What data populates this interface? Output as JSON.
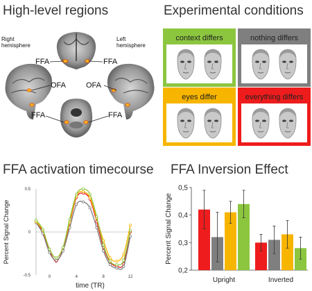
{
  "panels": {
    "regions": {
      "title": "High-level regions",
      "right_hemisphere": [
        "Right",
        "hemisphere"
      ],
      "left_hemisphere": [
        "Left",
        "hemisphere"
      ],
      "labels": {
        "ffa_tl": "FFA",
        "ffa_tr": "FFA",
        "ofa_l": "OFA",
        "ofa_r": "OFA",
        "ffa_bl": "FFA",
        "ffa_br": "FFA"
      }
    },
    "conditions": {
      "title": "Experimental conditions",
      "items": [
        {
          "label": "context differs",
          "color": "#8cc63f"
        },
        {
          "label": "nothing differs",
          "color": "#7f7f7f"
        },
        {
          "label": "eyes differ",
          "color": "#f7b500"
        },
        {
          "label": "everything differs",
          "color": "#ee1c1c"
        }
      ]
    },
    "timecourse": {
      "title": "FFA activation timecourse"
    },
    "inversion": {
      "title": "FFA Inversion Effect"
    }
  },
  "chart_data": [
    {
      "type": "line",
      "xlabel": "time (TR)",
      "ylabel": "Percent Signal Change",
      "xlim": [
        -2,
        12
      ],
      "ylim": [
        -0.5,
        0.5
      ],
      "x_ticks": [
        0,
        4,
        8,
        12
      ],
      "y_ticks": [
        -0.5,
        0,
        0.5
      ],
      "x_tick_labels": [
        "0",
        "4",
        "8",
        "12"
      ],
      "y_tick_labels": [
        "-0.5",
        "0",
        "0.5"
      ],
      "x": [
        -2,
        -1,
        0,
        1,
        2,
        3,
        4,
        5,
        6,
        7,
        8,
        9,
        10,
        11,
        12
      ],
      "series": [
        {
          "color": "#ee1c1c",
          "values": [
            0.12,
            0.0,
            -0.22,
            -0.34,
            -0.2,
            0.1,
            0.4,
            0.45,
            0.38,
            0.12,
            -0.18,
            -0.35,
            -0.4,
            -0.37,
            0.0
          ]
        },
        {
          "color": "#7f7f7f",
          "values": [
            0.11,
            -0.02,
            -0.24,
            -0.33,
            -0.22,
            0.05,
            0.32,
            0.35,
            0.28,
            0.05,
            -0.22,
            -0.38,
            -0.42,
            -0.4,
            -0.05
          ]
        },
        {
          "color": "#f7b500",
          "values": [
            0.12,
            0.02,
            -0.2,
            -0.3,
            -0.18,
            0.12,
            0.42,
            0.47,
            0.4,
            0.16,
            -0.1,
            -0.3,
            -0.34,
            -0.26,
            0.08
          ]
        },
        {
          "color": "#8cc63f",
          "values": [
            0.14,
            0.03,
            -0.2,
            -0.3,
            -0.18,
            0.15,
            0.44,
            0.5,
            0.44,
            0.18,
            -0.15,
            -0.34,
            -0.38,
            -0.33,
            0.02
          ]
        }
      ]
    },
    {
      "type": "bar",
      "ylabel": "Percent Signal Change",
      "ylim": [
        0.2,
        0.5
      ],
      "y_ticks": [
        0.2,
        0.3,
        0.4,
        0.5
      ],
      "y_tick_labels": [
        "0,2",
        "0,3",
        "0,4",
        "0,5"
      ],
      "categories": [
        "Upright",
        "Inverted"
      ],
      "series": [
        {
          "color": "#ee1c1c",
          "values": [
            0.42,
            0.3
          ],
          "err": [
            0.07,
            0.03
          ]
        },
        {
          "color": "#7f7f7f",
          "values": [
            0.32,
            0.31
          ],
          "err": [
            0.09,
            0.05
          ]
        },
        {
          "color": "#f7b500",
          "values": [
            0.41,
            0.33
          ],
          "err": [
            0.04,
            0.05
          ]
        },
        {
          "color": "#8cc63f",
          "values": [
            0.44,
            0.28
          ],
          "err": [
            0.05,
            0.04
          ]
        }
      ]
    }
  ]
}
